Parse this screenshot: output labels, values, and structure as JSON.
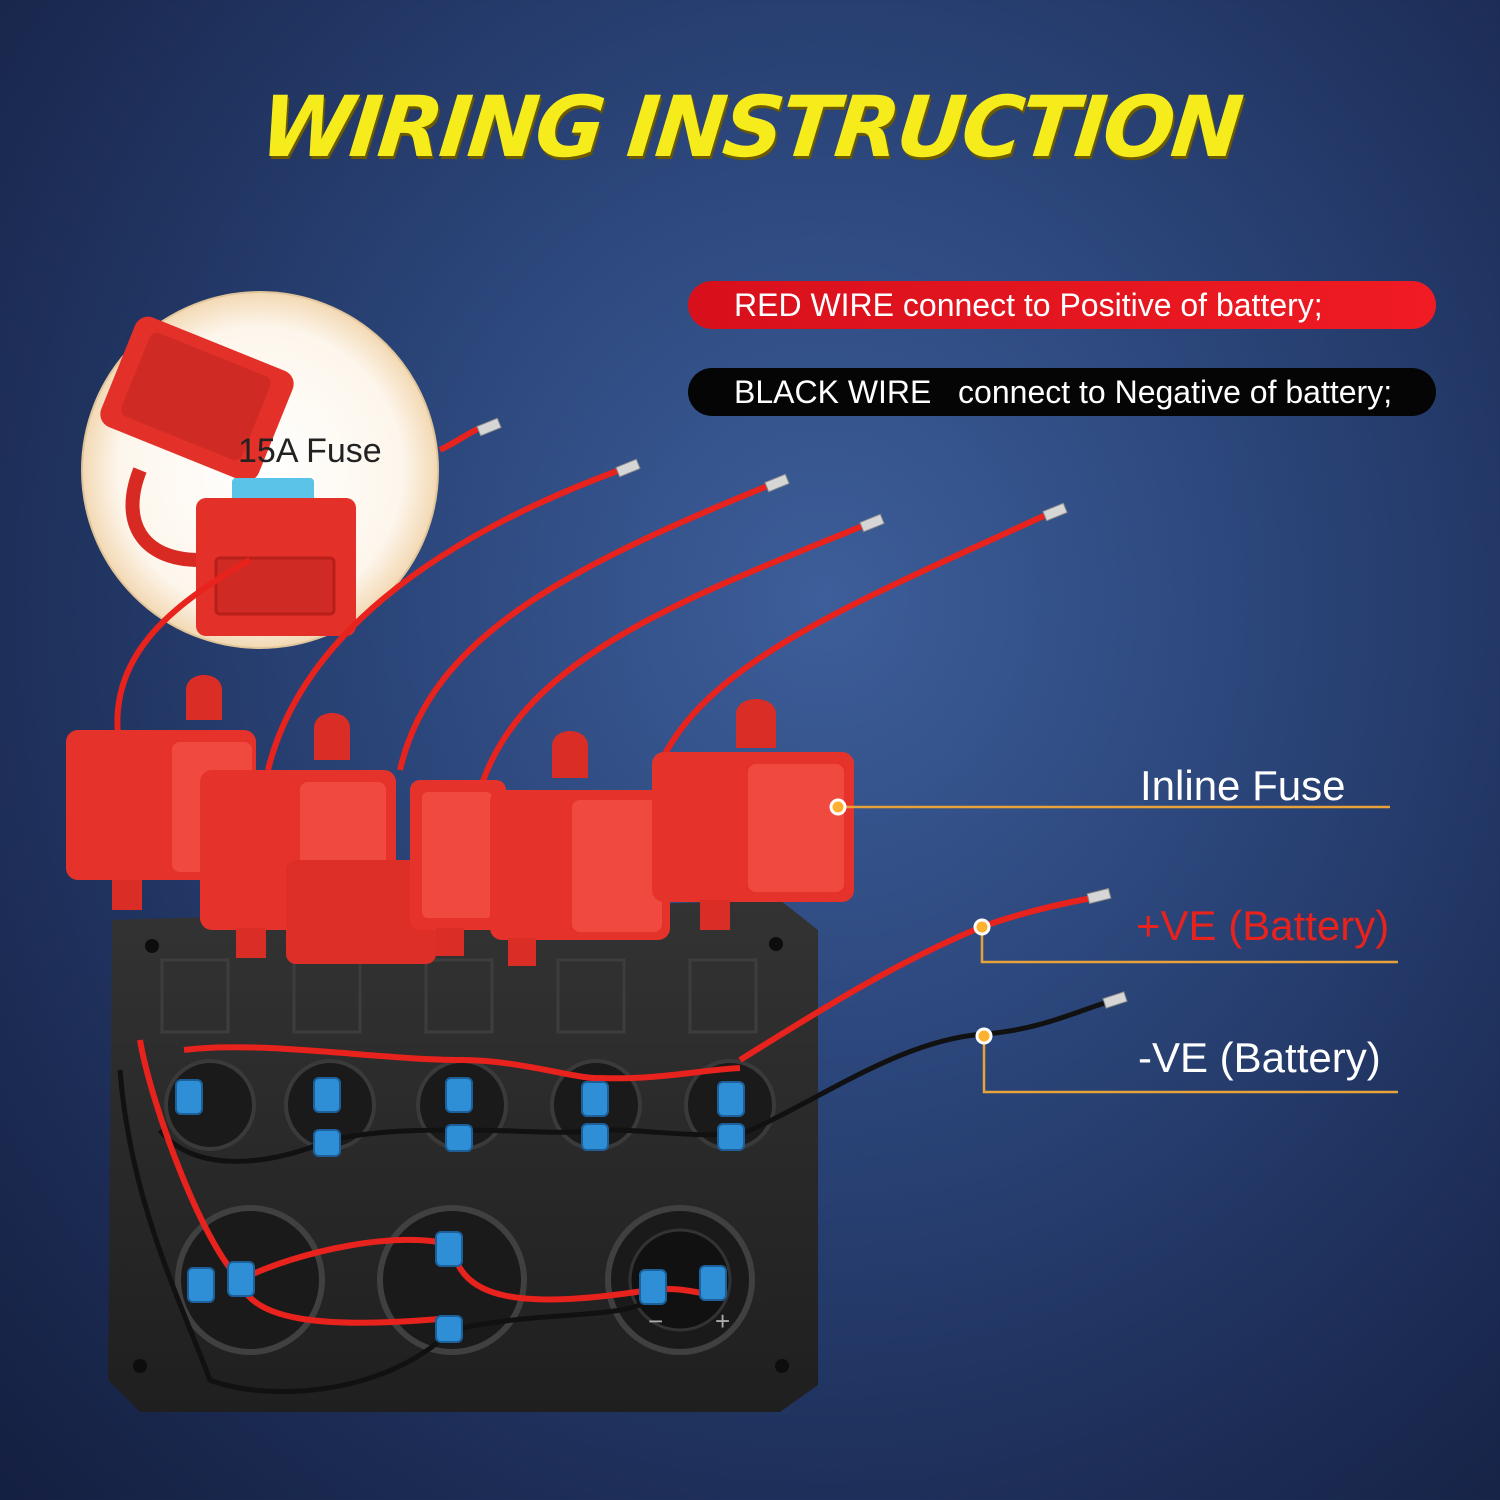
{
  "title": "WIRING INSTRUCTION",
  "legend": {
    "red_wire": "RED WIRE connect to Positive of battery;",
    "black_wire": "BLACK WIRE   connect to Negative of battery;"
  },
  "labels": {
    "fuse_inset": "15A Fuse",
    "inline_fuse": "Inline Fuse",
    "positive": "+VE (Battery)",
    "negative": "-VE (Battery)"
  },
  "colors": {
    "title": "#f6ec1c",
    "red_wire": "#e8221c",
    "black_wire": "#111111",
    "fuse_holder": "#e5332b",
    "callout_line": "#e8a23a",
    "connector": "#2f8fd6",
    "panel": "#2a2a2a"
  }
}
